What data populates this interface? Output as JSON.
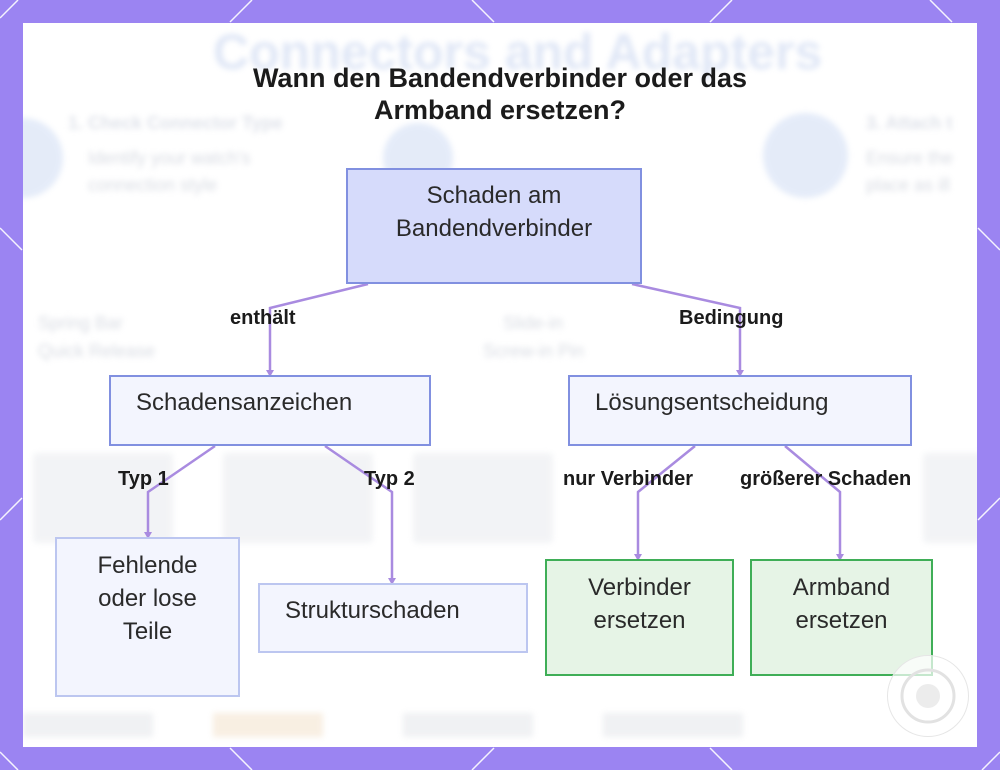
{
  "title": {
    "line1": "Wann den Bandendverbinder oder das",
    "line2": "Armband ersetzen?"
  },
  "nodes": {
    "root": {
      "lines": [
        "Schaden am",
        "Bandendverbinder"
      ]
    },
    "signs": {
      "lines": [
        "Schadensanzeichen"
      ]
    },
    "decision": {
      "lines": [
        "Lösungsentscheidung"
      ]
    },
    "missing": {
      "lines": [
        "Fehlende",
        "oder lose",
        "Teile"
      ]
    },
    "structural": {
      "lines": [
        "Strukturschaden"
      ]
    },
    "replace_connector": {
      "lines": [
        "Verbinder",
        "ersetzen"
      ]
    },
    "replace_band": {
      "lines": [
        "Armband",
        "ersetzen"
      ]
    }
  },
  "edges": {
    "contains": "enthält",
    "condition": "Bedingung",
    "type1": "Typ 1",
    "type2": "Typ 2",
    "only_connector": "nur Verbinder",
    "bigger_damage": "größerer Schaden"
  },
  "background_ghost": {
    "title": "Connectors and Adapters",
    "step1_title": "1. Check Connector Type",
    "step1_text1": "Identify your watch's",
    "step1_text2": "connection style",
    "step3_title": "3. Attach t",
    "step3_text1": "Ensure the",
    "step3_text2": "place as ill",
    "label_a": "Spring Bar",
    "label_b": "Quick Release",
    "label_c": "Slide-in",
    "label_d": "Screw-in Pin"
  },
  "colors": {
    "frame": "#9b84f2",
    "edge": "#a98be0",
    "blue_border": "#8190e0",
    "blue_fill": "#d6dbfb",
    "light_fill": "#f3f5fe",
    "green_border": "#3fae57",
    "green_fill": "#e6f4e6"
  }
}
